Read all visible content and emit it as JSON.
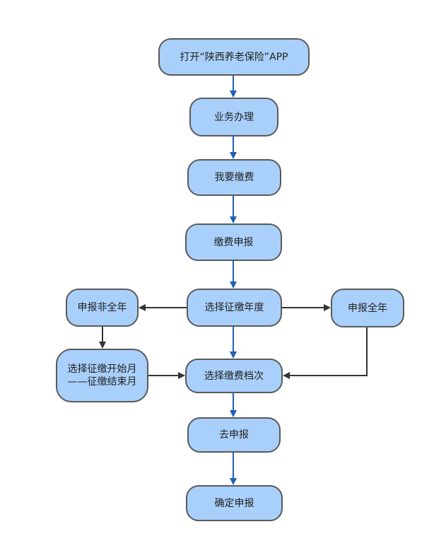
{
  "nodes": {
    "open_app": "打开“陕西养老保险”APP",
    "business": "业务办理",
    "pay": "我要缴费",
    "declare": "缴费申报",
    "select_year": "选择征缴年度",
    "partial_year": "申报非全年",
    "full_year": "申报全年",
    "select_months": "选择征缴开始月\n——征缴结束月",
    "select_grade": "选择缴费档次",
    "go_declare": "去申报",
    "confirm": "确定申报"
  },
  "colors": {
    "node_fill": "#a9d0fb",
    "node_border": "#5a5a5a",
    "main_arrow": "#1f5fb4",
    "side_arrow": "#333333"
  }
}
